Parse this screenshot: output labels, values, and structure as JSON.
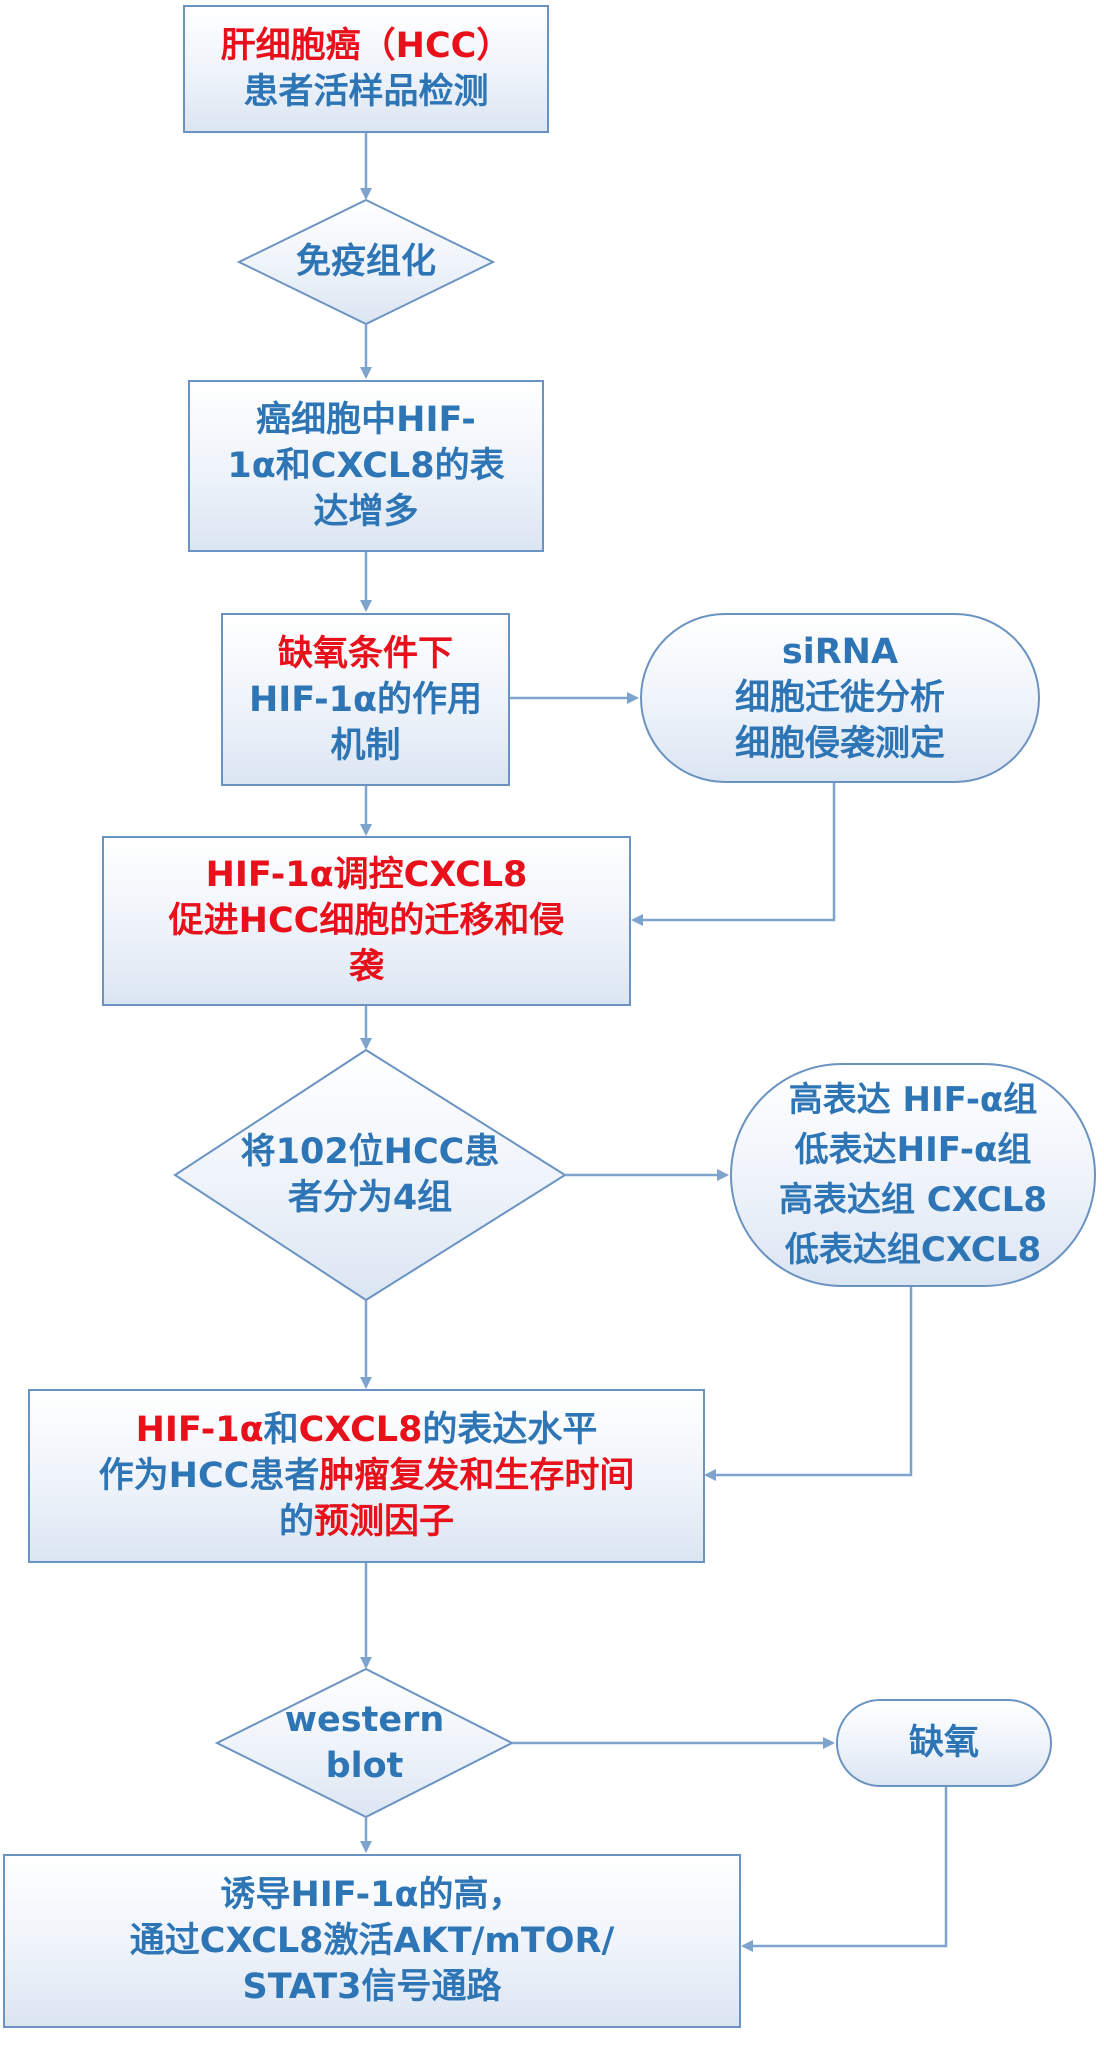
{
  "nodes": {
    "n1": {
      "lines": [
        [
          {
            "t": "肝细胞癌（HCC）",
            "red": true
          }
        ],
        [
          {
            "t": "患者活样品检测",
            "red": false
          }
        ]
      ]
    },
    "n2": {
      "lines": [
        [
          {
            "t": "免疫组化",
            "red": false
          }
        ]
      ]
    },
    "n3": {
      "lines": [
        [
          {
            "t": "癌细胞中HIF-",
            "red": false
          }
        ],
        [
          {
            "t": "1α和CXCL8的表",
            "red": false
          }
        ],
        [
          {
            "t": "达增多",
            "red": false
          }
        ]
      ]
    },
    "n4": {
      "lines": [
        [
          {
            "t": "缺氧条件下",
            "red": true
          }
        ],
        [
          {
            "t": "HIF-1α的作用",
            "red": false
          }
        ],
        [
          {
            "t": "机制",
            "red": false
          }
        ]
      ]
    },
    "n5": {
      "lines": [
        [
          {
            "t": "siRNA",
            "red": false
          }
        ],
        [
          {
            "t": "细胞迁徙分析",
            "red": false
          }
        ],
        [
          {
            "t": "细胞侵袭测定",
            "red": false
          }
        ]
      ]
    },
    "n6": {
      "lines": [
        [
          {
            "t": "HIF-1α调控CXCL8",
            "red": true
          }
        ],
        [
          {
            "t": "促进HCC细胞的迁移和侵",
            "red": true
          }
        ],
        [
          {
            "t": "袭",
            "red": true
          }
        ]
      ]
    },
    "n7": {
      "lines": [
        [
          {
            "t": "将102位HCC患",
            "red": false
          }
        ],
        [
          {
            "t": "者分为4组",
            "red": false
          }
        ]
      ]
    },
    "n8": {
      "lines": [
        [
          {
            "t": "高表达 HIF-α组",
            "red": false
          }
        ],
        [
          {
            "t": "低表达HIF-α组",
            "red": false
          }
        ],
        [
          {
            "t": "高表达组 CXCL8",
            "red": false
          }
        ],
        [
          {
            "t": "低表达组CXCL8",
            "red": false
          }
        ]
      ]
    },
    "n9": {
      "lines": [
        [
          {
            "t": "HIF-1α",
            "red": true
          },
          {
            "t": "和",
            "red": false
          },
          {
            "t": "CXCL8",
            "red": true
          },
          {
            "t": "的表达水平",
            "red": false
          }
        ],
        [
          {
            "t": "作为HCC患者",
            "red": false
          },
          {
            "t": "肿瘤复发和生存时间",
            "red": true
          }
        ],
        [
          {
            "t": "的",
            "red": false
          },
          {
            "t": "预测因子",
            "red": true
          }
        ]
      ]
    },
    "n10": {
      "lines": [
        [
          {
            "t": "western",
            "red": false
          }
        ],
        [
          {
            "t": "blot",
            "red": false
          }
        ]
      ]
    },
    "n11": {
      "lines": [
        [
          {
            "t": "缺氧",
            "red": false
          }
        ]
      ]
    },
    "n12": {
      "lines": [
        [
          {
            "t": "诱导HIF-1α的高，",
            "red": false
          }
        ],
        [
          {
            "t": "通过CXCL8激活AKT/mTOR/",
            "red": false
          }
        ],
        [
          {
            "t": "STAT3信号通路",
            "red": false
          }
        ]
      ]
    }
  },
  "colors": {
    "text_blue": "#2e75b6",
    "text_red": "#e8101a",
    "border": "#6b93c2",
    "connector": "#7ea3cc"
  }
}
